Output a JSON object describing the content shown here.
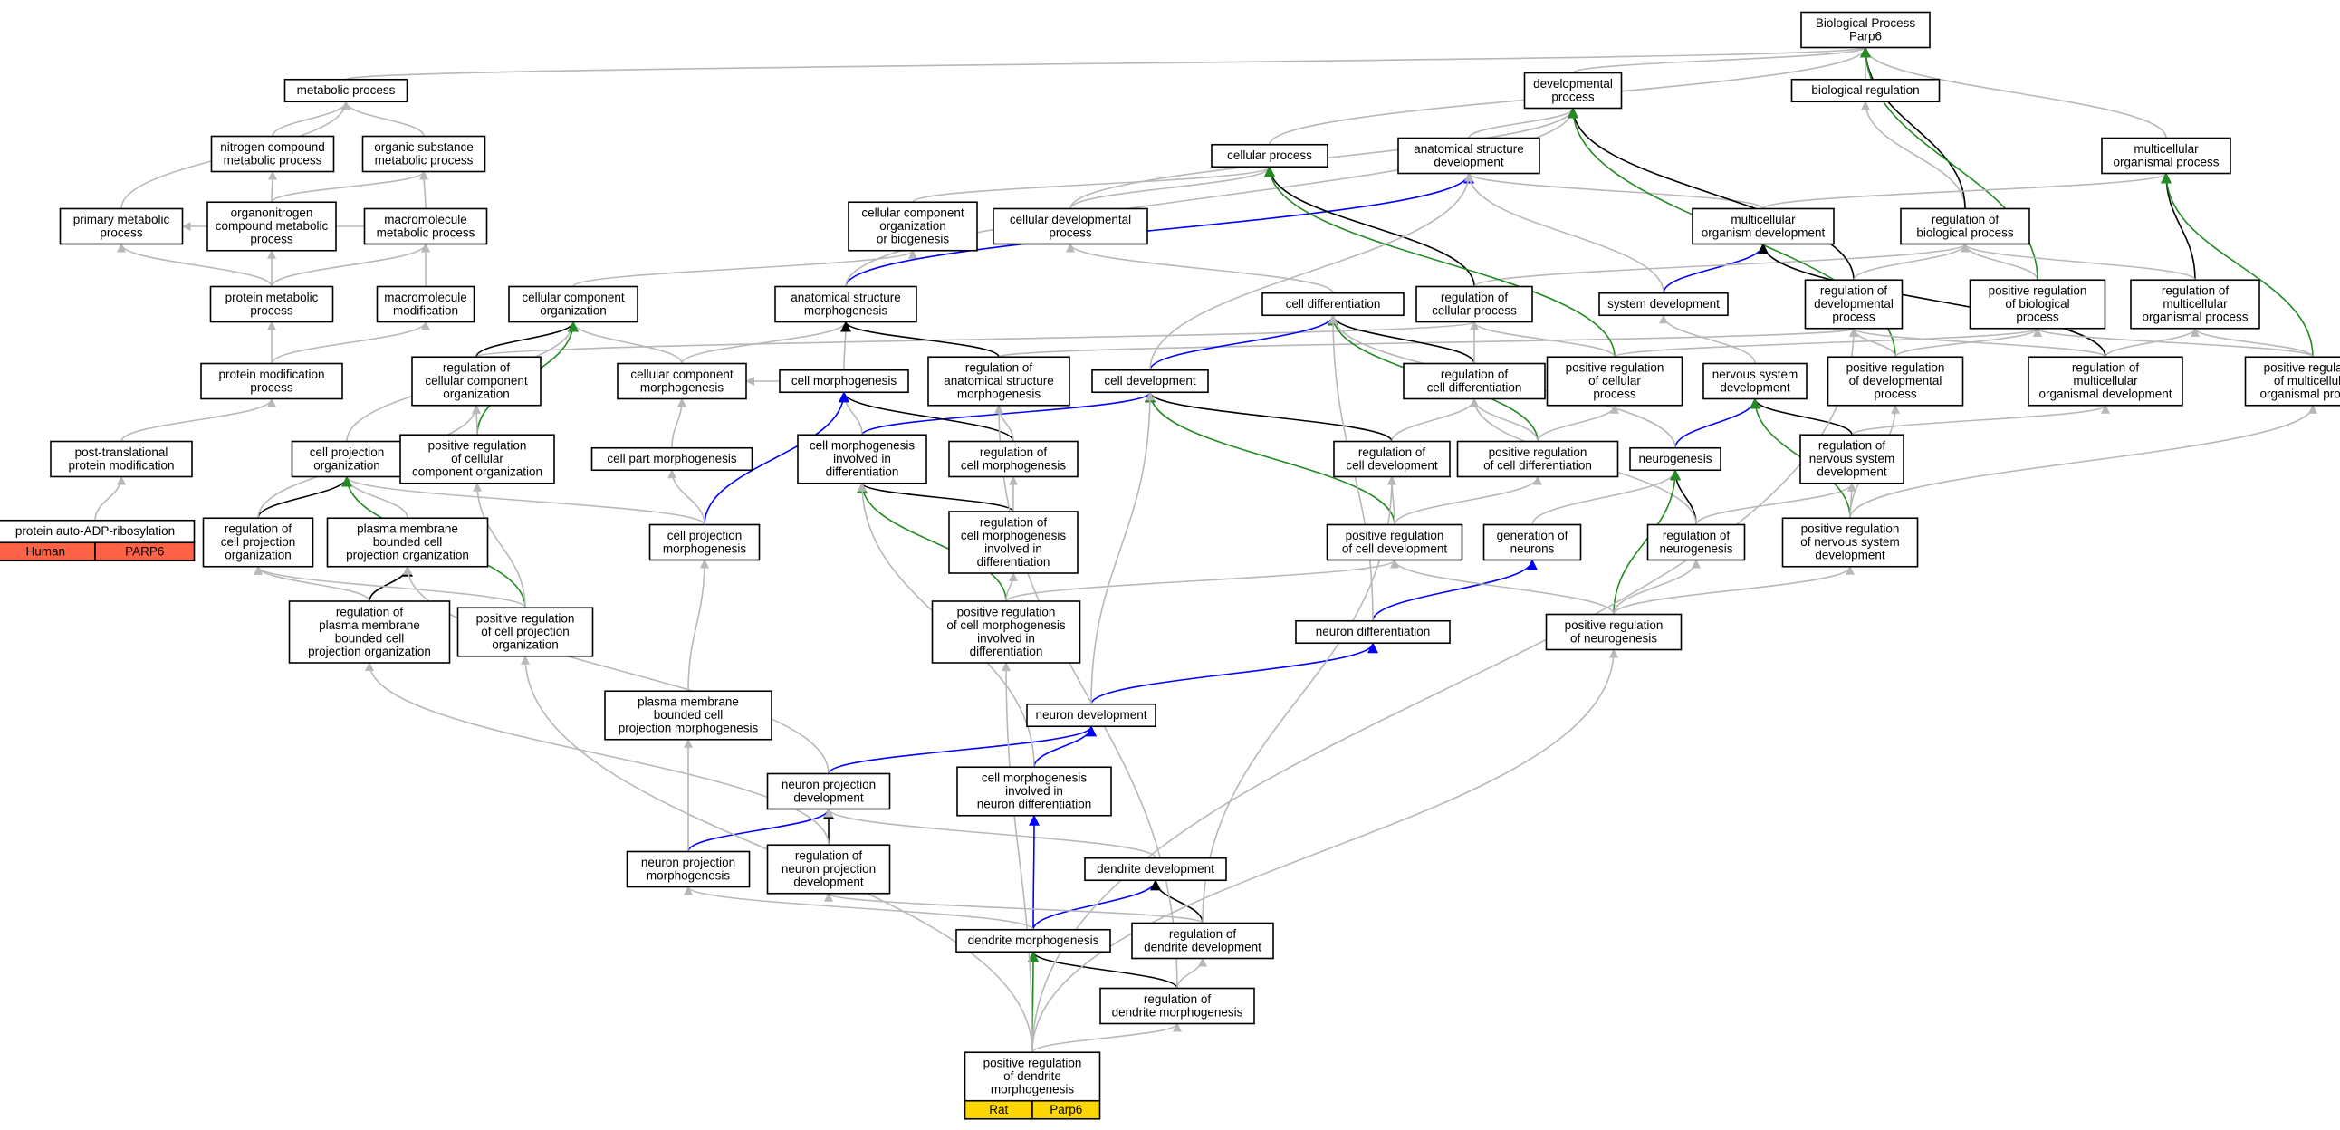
{
  "colors": {
    "is_a": "#b8b8b8",
    "part_of": "#0000ff",
    "regulates": "#000000",
    "positively_regulates": "#228b22",
    "human_tag": "#ff6347",
    "rat_tag": "#ffd700"
  },
  "nodes": [
    {
      "id": "bp",
      "lines": [
        "Biological Process",
        "Parp6"
      ]
    },
    {
      "id": "biol_reg",
      "lines": [
        "biological regulation"
      ]
    },
    {
      "id": "metab",
      "lines": [
        "metabolic process"
      ]
    },
    {
      "id": "nitro",
      "lines": [
        "nitrogen compound",
        "metabolic process"
      ]
    },
    {
      "id": "organic",
      "lines": [
        "organic substance",
        "metabolic process"
      ]
    },
    {
      "id": "primary",
      "lines": [
        "primary metabolic",
        "process"
      ]
    },
    {
      "id": "organo",
      "lines": [
        "organonitrogen",
        "compound metabolic",
        "process"
      ]
    },
    {
      "id": "macro_met",
      "lines": [
        "macromolecule",
        "metabolic process"
      ]
    },
    {
      "id": "prot_met",
      "lines": [
        "protein metabolic",
        "process"
      ]
    },
    {
      "id": "macro_mod",
      "lines": [
        "macromolecule",
        "modification"
      ]
    },
    {
      "id": "prot_mod",
      "lines": [
        "protein modification",
        "process"
      ]
    },
    {
      "id": "ptm",
      "lines": [
        "post-translational",
        "protein modification"
      ]
    },
    {
      "id": "parp",
      "lines": [
        "protein auto-ADP-ribosylation"
      ]
    },
    {
      "id": "dev",
      "lines": [
        "developmental",
        "process"
      ]
    },
    {
      "id": "cellular",
      "lines": [
        "cellular process"
      ]
    },
    {
      "id": "anat_dev",
      "lines": [
        "anatomical structure",
        "development"
      ]
    },
    {
      "id": "multi_proc",
      "lines": [
        "multicellular",
        "organismal process"
      ]
    },
    {
      "id": "ccob",
      "lines": [
        "cellular component",
        "organization",
        "or biogenesis"
      ]
    },
    {
      "id": "cell_dev_proc",
      "lines": [
        "cellular developmental",
        "process"
      ]
    },
    {
      "id": "multi_dev",
      "lines": [
        "multicellular",
        "organism development"
      ]
    },
    {
      "id": "reg_bio",
      "lines": [
        "regulation of",
        "biological process"
      ]
    },
    {
      "id": "cco",
      "lines": [
        "cellular component",
        "organization"
      ]
    },
    {
      "id": "anat_morph",
      "lines": [
        "anatomical structure",
        "morphogenesis"
      ]
    },
    {
      "id": "cell_diff",
      "lines": [
        "cell differentiation"
      ]
    },
    {
      "id": "reg_cellular",
      "lines": [
        "regulation of",
        "cellular process"
      ]
    },
    {
      "id": "sys_dev",
      "lines": [
        "system development"
      ]
    },
    {
      "id": "reg_dev",
      "lines": [
        "regulation of",
        "developmental",
        "process"
      ]
    },
    {
      "id": "pos_reg_bio",
      "lines": [
        "positive regulation",
        "of biological",
        "process"
      ]
    },
    {
      "id": "reg_multi_proc",
      "lines": [
        "regulation of",
        "multicellular",
        "organismal process"
      ]
    },
    {
      "id": "reg_cco",
      "lines": [
        "regulation of",
        "cellular component",
        "organization"
      ]
    },
    {
      "id": "cc_morph",
      "lines": [
        "cellular component",
        "morphogenesis"
      ]
    },
    {
      "id": "cell_morph",
      "lines": [
        "cell morphogenesis"
      ]
    },
    {
      "id": "reg_anat_morph",
      "lines": [
        "regulation of",
        "anatomical structure",
        "morphogenesis"
      ]
    },
    {
      "id": "cell_development",
      "lines": [
        "cell development"
      ]
    },
    {
      "id": "reg_cell_diff",
      "lines": [
        "regulation of",
        "cell differentiation"
      ]
    },
    {
      "id": "pos_reg_cellular",
      "lines": [
        "positive regulation",
        "of cellular",
        "process"
      ]
    },
    {
      "id": "ns_dev",
      "lines": [
        "nervous system",
        "development"
      ]
    },
    {
      "id": "pos_reg_dev",
      "lines": [
        "positive regulation",
        "of developmental",
        "process"
      ]
    },
    {
      "id": "reg_multi_dev",
      "lines": [
        "regulation of",
        "multicellular",
        "organismal development"
      ]
    },
    {
      "id": "pos_reg_multi_proc",
      "lines": [
        "positive regulation",
        "of multicellular",
        "organismal process"
      ]
    },
    {
      "id": "cell_proj_org",
      "lines": [
        "cell projection",
        "organization"
      ]
    },
    {
      "id": "pos_reg_cco",
      "lines": [
        "positive regulation",
        "of cellular",
        "component organization"
      ]
    },
    {
      "id": "cell_part_morph",
      "lines": [
        "cell part morphogenesis"
      ]
    },
    {
      "id": "cm_diff",
      "lines": [
        "cell morphogenesis",
        "involved in",
        "differentiation"
      ]
    },
    {
      "id": "reg_cell_morph",
      "lines": [
        "regulation of",
        "cell morphogenesis"
      ]
    },
    {
      "id": "reg_cell_dev",
      "lines": [
        "regulation of",
        "cell development"
      ]
    },
    {
      "id": "pos_reg_cell_diff",
      "lines": [
        "positive regulation",
        "of cell differentiation"
      ]
    },
    {
      "id": "neurogenesis",
      "lines": [
        "neurogenesis"
      ]
    },
    {
      "id": "reg_ns_dev",
      "lines": [
        "regulation of",
        "nervous system",
        "development"
      ]
    },
    {
      "id": "reg_cpo",
      "lines": [
        "regulation of",
        "cell projection",
        "organization"
      ]
    },
    {
      "id": "pmbcpo",
      "lines": [
        "plasma membrane",
        "bounded cell",
        "projection organization"
      ]
    },
    {
      "id": "cell_proj_morph",
      "lines": [
        "cell projection",
        "morphogenesis"
      ]
    },
    {
      "id": "reg_cm_diff",
      "lines": [
        "regulation of",
        "cell morphogenesis",
        "involved in",
        "differentiation"
      ]
    },
    {
      "id": "pos_reg_cell_dev",
      "lines": [
        "positive regulation",
        "of cell development"
      ]
    },
    {
      "id": "gen_neurons",
      "lines": [
        "generation of",
        "neurons"
      ]
    },
    {
      "id": "reg_neurogenesis",
      "lines": [
        "regulation of",
        "neurogenesis"
      ]
    },
    {
      "id": "pos_reg_ns_dev",
      "lines": [
        "positive regulation",
        "of nervous system",
        "development"
      ]
    },
    {
      "id": "reg_pmbcpo",
      "lines": [
        "regulation of",
        "plasma membrane",
        "bounded cell",
        "projection organization"
      ]
    },
    {
      "id": "pos_reg_cpo",
      "lines": [
        "positive regulation",
        "of cell projection",
        "organization"
      ]
    },
    {
      "id": "pos_reg_cm_diff",
      "lines": [
        "positive regulation",
        "of cell morphogenesis",
        "involved in",
        "differentiation"
      ]
    },
    {
      "id": "neuron_diff",
      "lines": [
        "neuron differentiation"
      ]
    },
    {
      "id": "pos_reg_neurogenesis",
      "lines": [
        "positive regulation",
        "of neurogenesis"
      ]
    },
    {
      "id": "pmbcpm",
      "lines": [
        "plasma membrane",
        "bounded cell",
        "projection morphogenesis"
      ]
    },
    {
      "id": "neuron_dev",
      "lines": [
        "neuron development"
      ]
    },
    {
      "id": "npd",
      "lines": [
        "neuron projection",
        "development"
      ]
    },
    {
      "id": "cm_neuron_diff",
      "lines": [
        "cell morphogenesis",
        "involved in",
        "neuron differentiation"
      ]
    },
    {
      "id": "npm",
      "lines": [
        "neuron projection",
        "morphogenesis"
      ]
    },
    {
      "id": "reg_npd",
      "lines": [
        "regulation of",
        "neuron projection",
        "development"
      ]
    },
    {
      "id": "dendrite_dev",
      "lines": [
        "dendrite development"
      ]
    },
    {
      "id": "dendrite_morph",
      "lines": [
        "dendrite morphogenesis"
      ]
    },
    {
      "id": "reg_dendrite_dev",
      "lines": [
        "regulation of",
        "dendrite development"
      ]
    },
    {
      "id": "reg_dendrite_morph",
      "lines": [
        "regulation of",
        "dendrite morphogenesis"
      ]
    },
    {
      "id": "pos_reg_dendrite_morph",
      "lines": [
        "positive regulation",
        "of dendrite",
        "morphogenesis"
      ]
    }
  ],
  "tags": {
    "parp": [
      "Human",
      "PARP6"
    ],
    "pos_reg_dendrite_morph": [
      "Rat",
      "Parp6"
    ]
  },
  "edges": [
    [
      "biol_reg",
      "bp",
      "is_a"
    ],
    [
      "dev",
      "bp",
      "is_a"
    ],
    [
      "metab",
      "bp",
      "is_a"
    ],
    [
      "cellular",
      "bp",
      "is_a"
    ],
    [
      "multi_proc",
      "bp",
      "is_a"
    ],
    [
      "reg_bio",
      "biol_reg",
      "is_a"
    ],
    [
      "reg_bio",
      "bp",
      "regulates"
    ],
    [
      "pos_reg_bio",
      "reg_bio",
      "is_a"
    ],
    [
      "pos_reg_bio",
      "bp",
      "positively_regulates"
    ],
    [
      "nitro",
      "metab",
      "is_a"
    ],
    [
      "organic",
      "metab",
      "is_a"
    ],
    [
      "primary",
      "metab",
      "is_a"
    ],
    [
      "organo",
      "nitro",
      "is_a"
    ],
    [
      "organo",
      "organic",
      "is_a"
    ],
    [
      "macro_met",
      "organic",
      "is_a"
    ],
    [
      "macro_met",
      "primary",
      "is_a"
    ],
    [
      "prot_met",
      "organo",
      "is_a"
    ],
    [
      "prot_met",
      "primary",
      "is_a"
    ],
    [
      "prot_met",
      "macro_met",
      "is_a"
    ],
    [
      "macro_mod",
      "macro_met",
      "is_a"
    ],
    [
      "prot_mod",
      "prot_met",
      "is_a"
    ],
    [
      "prot_mod",
      "macro_mod",
      "is_a"
    ],
    [
      "ptm",
      "prot_mod",
      "is_a"
    ],
    [
      "parp",
      "ptm",
      "is_a"
    ],
    [
      "anat_dev",
      "dev",
      "is_a"
    ],
    [
      "multi_dev",
      "multi_proc",
      "is_a"
    ],
    [
      "multi_dev",
      "anat_dev",
      "is_a"
    ],
    [
      "cell_dev_proc",
      "cellular",
      "is_a"
    ],
    [
      "cell_dev_proc",
      "dev",
      "is_a"
    ],
    [
      "ccob",
      "cellular",
      "is_a"
    ],
    [
      "cco",
      "ccob",
      "is_a"
    ],
    [
      "anat_morph",
      "anat_dev",
      "part_of"
    ],
    [
      "anat_morph",
      "dev",
      "is_a"
    ],
    [
      "cell_diff",
      "cell_dev_proc",
      "is_a"
    ],
    [
      "sys_dev",
      "multi_dev",
      "part_of"
    ],
    [
      "sys_dev",
      "anat_dev",
      "is_a"
    ],
    [
      "reg_cellular",
      "cellular",
      "regulates"
    ],
    [
      "reg_cellular",
      "reg_bio",
      "is_a"
    ],
    [
      "reg_dev",
      "dev",
      "regulates"
    ],
    [
      "reg_dev",
      "reg_bio",
      "is_a"
    ],
    [
      "reg_multi_proc",
      "multi_proc",
      "regulates"
    ],
    [
      "reg_multi_proc",
      "reg_bio",
      "is_a"
    ],
    [
      "reg_cco",
      "cco",
      "regulates"
    ],
    [
      "reg_cco",
      "reg_cellular",
      "is_a"
    ],
    [
      "cc_morph",
      "cco",
      "is_a"
    ],
    [
      "cc_morph",
      "anat_morph",
      "is_a"
    ],
    [
      "cell_morph",
      "anat_morph",
      "is_a"
    ],
    [
      "cell_morph",
      "cc_morph",
      "is_a"
    ],
    [
      "reg_anat_morph",
      "anat_morph",
      "regulates"
    ],
    [
      "reg_anat_morph",
      "reg_dev",
      "is_a"
    ],
    [
      "cell_development",
      "cell_diff",
      "part_of"
    ],
    [
      "cell_development",
      "anat_dev",
      "is_a"
    ],
    [
      "reg_cell_diff",
      "cell_diff",
      "regulates"
    ],
    [
      "reg_cell_diff",
      "reg_cellular",
      "is_a"
    ],
    [
      "pos_reg_cellular",
      "cellular",
      "positively_regulates"
    ],
    [
      "pos_reg_cellular",
      "pos_reg_bio",
      "is_a"
    ],
    [
      "pos_reg_cellular",
      "reg_cellular",
      "is_a"
    ],
    [
      "ns_dev",
      "sys_dev",
      "is_a"
    ],
    [
      "pos_reg_dev",
      "dev",
      "positively_regulates"
    ],
    [
      "pos_reg_dev",
      "reg_dev",
      "is_a"
    ],
    [
      "pos_reg_dev",
      "pos_reg_bio",
      "is_a"
    ],
    [
      "reg_multi_dev",
      "multi_dev",
      "regulates"
    ],
    [
      "reg_multi_dev",
      "reg_multi_proc",
      "is_a"
    ],
    [
      "reg_multi_dev",
      "reg_dev",
      "is_a"
    ],
    [
      "pos_reg_multi_proc",
      "multi_proc",
      "positively_regulates"
    ],
    [
      "pos_reg_multi_proc",
      "reg_multi_proc",
      "is_a"
    ],
    [
      "pos_reg_multi_proc",
      "pos_reg_bio",
      "is_a"
    ],
    [
      "cell_proj_org",
      "cco",
      "is_a"
    ],
    [
      "pos_reg_cco",
      "cco",
      "positively_regulates"
    ],
    [
      "pos_reg_cco",
      "reg_cco",
      "is_a"
    ],
    [
      "cell_part_morph",
      "cc_morph",
      "is_a"
    ],
    [
      "cm_diff",
      "cell_development",
      "part_of"
    ],
    [
      "cm_diff",
      "cell_morph",
      "is_a"
    ],
    [
      "reg_cell_morph",
      "cell_morph",
      "regulates"
    ],
    [
      "reg_cell_morph",
      "reg_anat_morph",
      "is_a"
    ],
    [
      "reg_cell_dev",
      "cell_development",
      "regulates"
    ],
    [
      "reg_cell_dev",
      "reg_cell_diff",
      "is_a"
    ],
    [
      "pos_reg_cell_diff",
      "cell_diff",
      "positively_regulates"
    ],
    [
      "pos_reg_cell_diff",
      "reg_cell_diff",
      "is_a"
    ],
    [
      "pos_reg_cell_diff",
      "pos_reg_cellular",
      "is_a"
    ],
    [
      "neurogenesis",
      "ns_dev",
      "part_of"
    ],
    [
      "neurogenesis",
      "cell_diff",
      "is_a"
    ],
    [
      "reg_ns_dev",
      "ns_dev",
      "regulates"
    ],
    [
      "reg_ns_dev",
      "reg_multi_dev",
      "is_a"
    ],
    [
      "reg_cpo",
      "cell_proj_org",
      "regulates"
    ],
    [
      "reg_cpo",
      "reg_cco",
      "is_a"
    ],
    [
      "pmbcpo",
      "cell_proj_org",
      "is_a"
    ],
    [
      "cell_proj_morph",
      "cell_morph",
      "part_of"
    ],
    [
      "cell_proj_morph",
      "cell_proj_org",
      "is_a"
    ],
    [
      "cell_proj_morph",
      "cell_part_morph",
      "is_a"
    ],
    [
      "reg_cm_diff",
      "cm_diff",
      "regulates"
    ],
    [
      "reg_cm_diff",
      "reg_cell_morph",
      "is_a"
    ],
    [
      "pos_reg_cell_dev",
      "cell_development",
      "positively_regulates"
    ],
    [
      "pos_reg_cell_dev",
      "reg_cell_dev",
      "is_a"
    ],
    [
      "pos_reg_cell_dev",
      "pos_reg_cell_diff",
      "is_a"
    ],
    [
      "gen_neurons",
      "neurogenesis",
      "is_a"
    ],
    [
      "reg_neurogenesis",
      "neurogenesis",
      "regulates"
    ],
    [
      "reg_neurogenesis",
      "reg_ns_dev",
      "is_a"
    ],
    [
      "reg_neurogenesis",
      "reg_cell_diff",
      "is_a"
    ],
    [
      "pos_reg_ns_dev",
      "ns_dev",
      "positively_regulates"
    ],
    [
      "pos_reg_ns_dev",
      "reg_ns_dev",
      "is_a"
    ],
    [
      "pos_reg_ns_dev",
      "pos_reg_dev",
      "is_a"
    ],
    [
      "pos_reg_ns_dev",
      "pos_reg_multi_proc",
      "is_a"
    ],
    [
      "reg_pmbcpo",
      "pmbcpo",
      "regulates"
    ],
    [
      "reg_pmbcpo",
      "reg_cpo",
      "is_a"
    ],
    [
      "pos_reg_cpo",
      "cell_proj_org",
      "positively_regulates"
    ],
    [
      "pos_reg_cpo",
      "reg_cpo",
      "is_a"
    ],
    [
      "pos_reg_cpo",
      "pos_reg_cco",
      "is_a"
    ],
    [
      "pos_reg_cm_diff",
      "cm_diff",
      "positively_regulates"
    ],
    [
      "pos_reg_cm_diff",
      "reg_cm_diff",
      "is_a"
    ],
    [
      "pos_reg_cm_diff",
      "pos_reg_cell_dev",
      "is_a"
    ],
    [
      "neuron_diff",
      "gen_neurons",
      "part_of"
    ],
    [
      "neuron_diff",
      "cell_diff",
      "is_a"
    ],
    [
      "pos_reg_neurogenesis",
      "neurogenesis",
      "positively_regulates"
    ],
    [
      "pos_reg_neurogenesis",
      "reg_neurogenesis",
      "is_a"
    ],
    [
      "pos_reg_neurogenesis",
      "pos_reg_cell_dev",
      "is_a"
    ],
    [
      "pos_reg_neurogenesis",
      "pos_reg_ns_dev",
      "is_a"
    ],
    [
      "pmbcpm",
      "cell_proj_morph",
      "is_a"
    ],
    [
      "neuron_dev",
      "neuron_diff",
      "part_of"
    ],
    [
      "neuron_dev",
      "cell_development",
      "is_a"
    ],
    [
      "npd",
      "neuron_dev",
      "part_of"
    ],
    [
      "npd",
      "pmbcpo",
      "is_a"
    ],
    [
      "cm_neuron_diff",
      "neuron_dev",
      "part_of"
    ],
    [
      "cm_neuron_diff",
      "cm_diff",
      "is_a"
    ],
    [
      "npm",
      "npd",
      "part_of"
    ],
    [
      "npm",
      "pmbcpm",
      "is_a"
    ],
    [
      "reg_npd",
      "npd",
      "regulates"
    ],
    [
      "reg_npd",
      "reg_pmbcpo",
      "is_a"
    ],
    [
      "dendrite_dev",
      "npd",
      "is_a"
    ],
    [
      "dendrite_morph",
      "dendrite_dev",
      "part_of"
    ],
    [
      "dendrite_morph",
      "cm_neuron_diff",
      "part_of"
    ],
    [
      "dendrite_morph",
      "npm",
      "is_a"
    ],
    [
      "reg_dendrite_dev",
      "dendrite_dev",
      "regulates"
    ],
    [
      "reg_dendrite_dev",
      "reg_npd",
      "is_a"
    ],
    [
      "reg_dendrite_dev",
      "reg_cell_dev",
      "is_a"
    ],
    [
      "reg_dendrite_morph",
      "dendrite_morph",
      "regulates"
    ],
    [
      "reg_dendrite_morph",
      "reg_dendrite_dev",
      "is_a"
    ],
    [
      "reg_dendrite_morph",
      "reg_anat_morph",
      "is_a"
    ],
    [
      "pos_reg_dendrite_morph",
      "dendrite_morph",
      "positively_regulates"
    ],
    [
      "pos_reg_dendrite_morph",
      "reg_dendrite_morph",
      "is_a"
    ],
    [
      "pos_reg_dendrite_morph",
      "pos_reg_neurogenesis",
      "is_a"
    ],
    [
      "pos_reg_dendrite_morph",
      "pos_reg_cm_diff",
      "is_a"
    ],
    [
      "pos_reg_dendrite_morph",
      "pos_reg_cpo",
      "is_a"
    ],
    [
      "pos_reg_dendrite_morph",
      "reg_dev",
      "is_a"
    ]
  ]
}
